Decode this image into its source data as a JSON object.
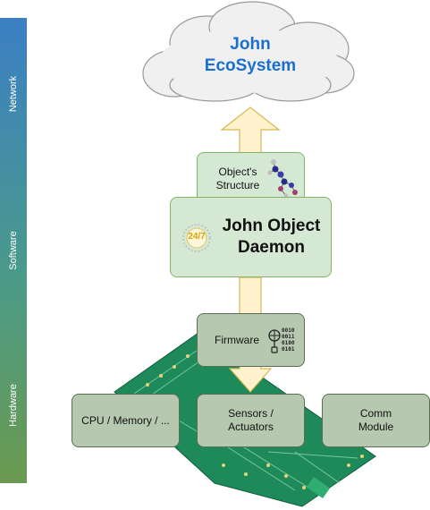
{
  "layers": {
    "network": "Network",
    "software": "Software",
    "hardware": "Hardware"
  },
  "cloud": {
    "line1": "John",
    "line2": "EcoSystem",
    "text_color": "#1a6fd0"
  },
  "nodes": {
    "object_structure": {
      "line1": "Object's",
      "line2": "Structure"
    },
    "daemon": {
      "line1": "John Object",
      "line2": "Daemon",
      "badge": "24/7"
    },
    "firmware": {
      "label": "Firmware",
      "binary": [
        "0010",
        "0011",
        "0100",
        "0101"
      ]
    },
    "cpu_memory": {
      "label": "CPU / Memory / ..."
    },
    "sensors": {
      "line1": "Sensors /",
      "line2": "Actuators"
    },
    "comm": {
      "line1": "Comm",
      "line2": "Module"
    }
  },
  "colors": {
    "arrow_fill": "#fff2cc",
    "arrow_stroke": "#d6b656",
    "pcb": "#1e8a5a",
    "box_light": "#d5e8d4",
    "box_dark": "#b7c8b0"
  }
}
